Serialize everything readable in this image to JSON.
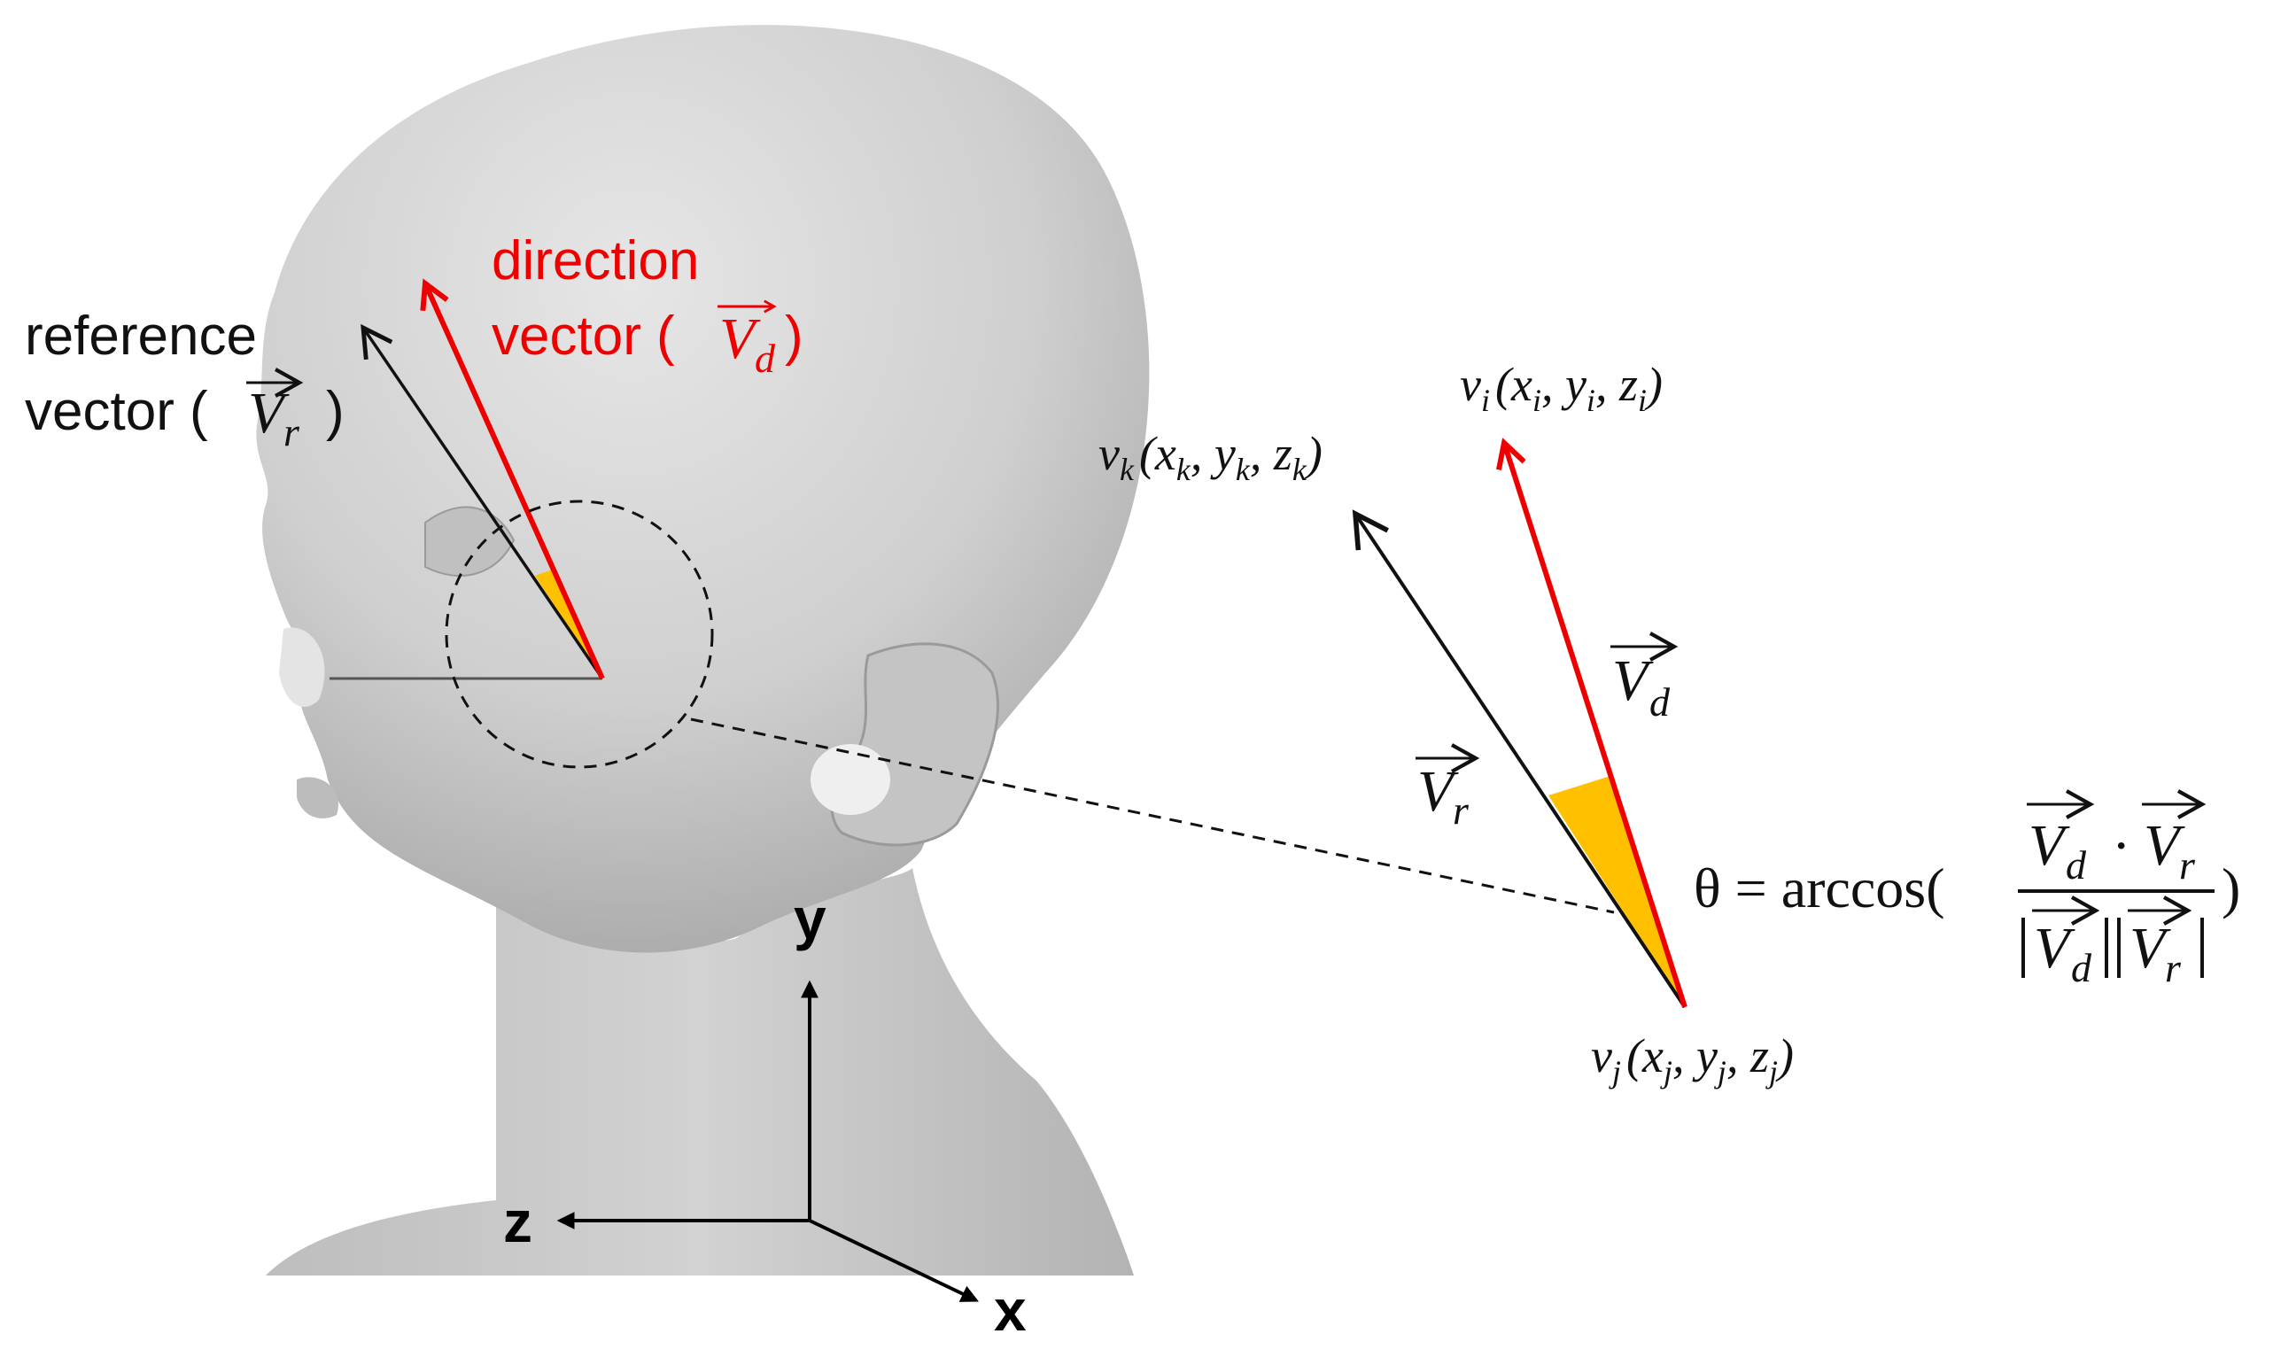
{
  "labels": {
    "reference_line1": "reference",
    "reference_line2": "vector (",
    "reference_close": ")",
    "direction_line1": "direction",
    "direction_line2": "vector (",
    "direction_close": ")",
    "vec_letter": "V",
    "sub_r": "r",
    "sub_d": "d"
  },
  "vertices": {
    "vi": {
      "v": "v",
      "sub": "i",
      "open": "(x",
      "mid1": ", y",
      "mid2": ", z",
      "close": ")"
    },
    "vk": {
      "v": "v",
      "sub": "k",
      "open": "(x",
      "mid1": ", y",
      "mid2": ", z",
      "close": ")"
    },
    "vj": {
      "v": "v",
      "sub": "j",
      "open": "(x",
      "mid1": ", y",
      "mid2": ", z",
      "close": ")"
    }
  },
  "formula": {
    "lhs": "θ = arccos(",
    "dot": "·",
    "rhs": ")"
  },
  "axes": {
    "y": "y",
    "z": "z",
    "x": "x"
  },
  "colors": {
    "direction_vector": "#ee0000",
    "reference_vector": "#111111",
    "angle_fill": "#ffc000",
    "head": "#d6d6d6"
  }
}
